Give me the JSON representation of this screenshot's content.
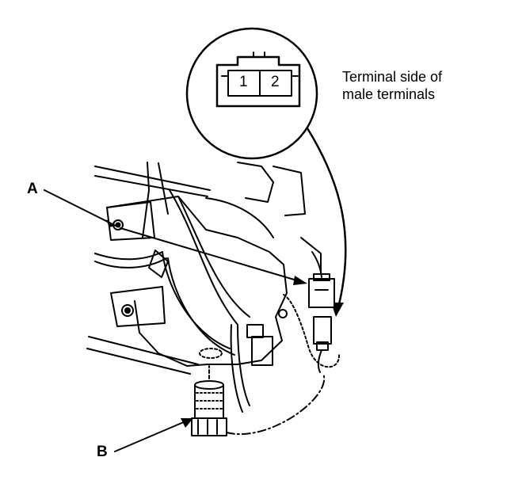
{
  "connector": {
    "pins": [
      "1",
      "2"
    ],
    "note_line1": "Terminal side of",
    "note_line2": "male terminals"
  },
  "callouts": {
    "a": "A",
    "b": "B"
  },
  "colors": {
    "ink": "#000000",
    "paper": "#ffffff"
  }
}
